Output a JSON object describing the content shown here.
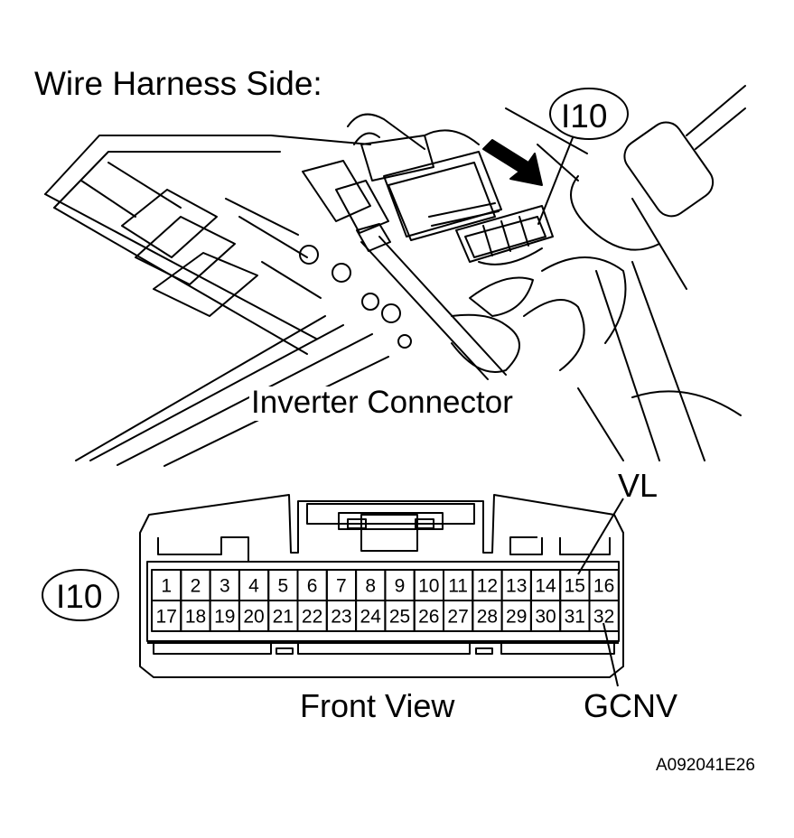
{
  "labels": {
    "wire_harness_side": "Wire Harness Side:",
    "inverter_connector": "Inverter Connector",
    "front_view": "Front View",
    "pin_vl": "VL",
    "pin_gcnv": "GCNV",
    "figure_code": "A092041E26"
  },
  "connector": {
    "id": "I10",
    "pins_top_row": [
      "1",
      "2",
      "3",
      "4",
      "5",
      "6",
      "7",
      "8",
      "9",
      "10",
      "11",
      "12",
      "13",
      "14",
      "15",
      "16"
    ],
    "pins_bottom_row": [
      "17",
      "18",
      "19",
      "20",
      "21",
      "22",
      "23",
      "24",
      "25",
      "26",
      "27",
      "28",
      "29",
      "30",
      "31",
      "32"
    ]
  },
  "colors": {
    "line": "#000000",
    "background": "#ffffff"
  }
}
